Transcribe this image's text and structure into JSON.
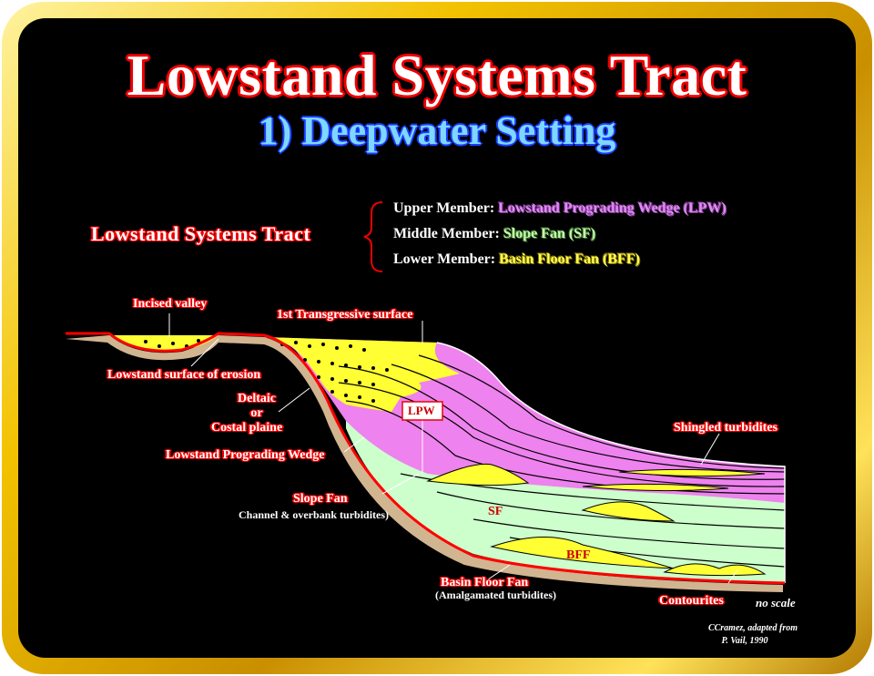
{
  "title": "Lowstand Systems Tract",
  "subtitle": "1) Deepwater Setting",
  "legend": {
    "tract": "Lowstand Systems Tract",
    "upper_label": "Upper Member:",
    "upper_value": "Lowstand Prograding Wedge (LPW)",
    "middle_label": "Middle Member:",
    "middle_value": "Slope Fan (SF)",
    "lower_label": "Lower Member:",
    "lower_value": "Basin Floor Fan (BFF)"
  },
  "labels": {
    "incised_valley": "Incised valley",
    "transgressive": "1st Transgressive surface",
    "erosion": "Lowstand surface of erosion",
    "deltaic1": "Deltaic",
    "deltaic2": "or",
    "deltaic3": "Costal plaine",
    "lpw_wedge": "Lowstand Prograding Wedge",
    "lpw_box": "LPW",
    "slope_fan": "Slope Fan",
    "slope_fan_sub": "Channel & overbank turbidites)",
    "sf": "SF",
    "bff": "BFF",
    "basin_floor": "Basin Floor Fan",
    "basin_floor_sub": "(Amalgamated turbidites)",
    "contourites": "Contourites",
    "shingled": "Shingled turbidites",
    "no_scale": "no scale",
    "credit1": "CCramez, adapted from",
    "credit2": "P. Vail, 1990"
  },
  "colors": {
    "lpw": "#ee82ee",
    "slope_fan": "#ccffcc",
    "basin_floor_fan": "#ffff33",
    "unconformity": "#ff0000",
    "frame": "#f2c200"
  }
}
